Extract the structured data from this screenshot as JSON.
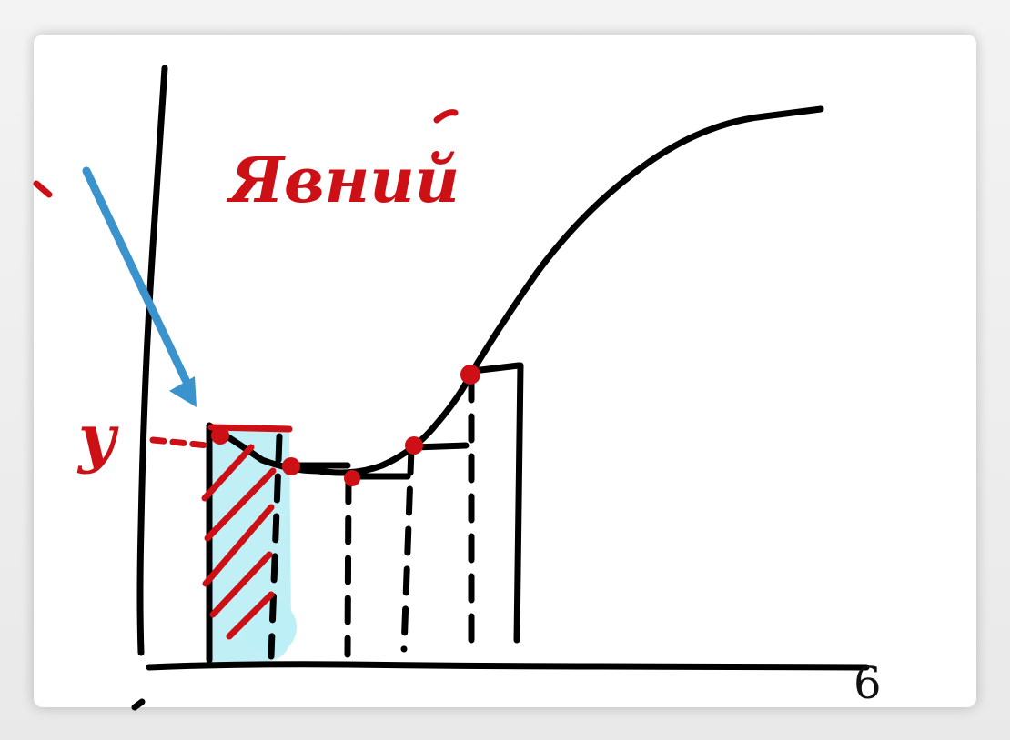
{
  "annotation": {
    "word": "Явний",
    "y_label": "y",
    "x_end_label": "6"
  },
  "colors": {
    "ink": "#000000",
    "annotation_red": "#cc1016",
    "highlight": "#bdeff6",
    "arrow_blue": "#3a93cc"
  },
  "icons": {
    "arrow": "pointer-arrow-icon"
  }
}
